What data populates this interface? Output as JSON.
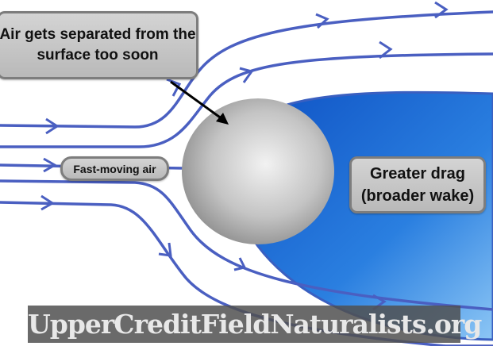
{
  "labels": {
    "separation": "Air gets separated from the surface too soon",
    "fast_air": "Fast-moving air",
    "drag": "Greater drag (broader wake)"
  },
  "watermark": "UpperCreditFieldNaturalists.org",
  "colors": {
    "streamline": "#4a5fc1",
    "wake": "#1e6fd6",
    "sphere": "#c8c8c8"
  }
}
